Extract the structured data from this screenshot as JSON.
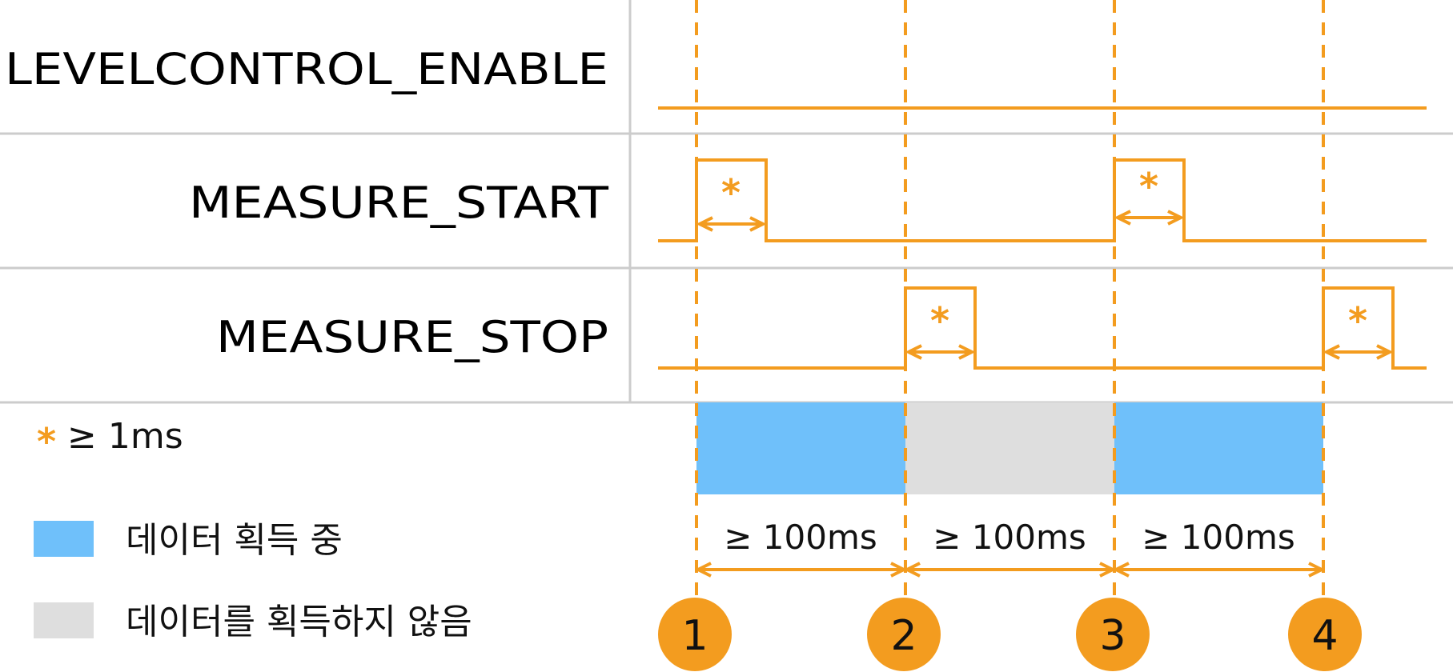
{
  "colors": {
    "signal": "#f39c1f",
    "grid": "#cccccc",
    "acquiring": "#6fc0fa",
    "not_acquiring": "#dedede"
  },
  "signals": {
    "levelcontrol_enable": "LEVELCONTROL_ENABLE",
    "measure_start": "MEASURE_START",
    "measure_stop": "MEASURE_STOP"
  },
  "pulse_mark": "*",
  "legend": {
    "pulse_star": "*",
    "pulse_note": "≥ 1ms",
    "acquiring": "데이터 획득 중",
    "not_acquiring": "데이터를 획득하지 않음"
  },
  "durations": [
    "≥ 100ms",
    "≥ 100ms",
    "≥ 100ms"
  ],
  "markers": [
    "1",
    "2",
    "3",
    "4"
  ]
}
